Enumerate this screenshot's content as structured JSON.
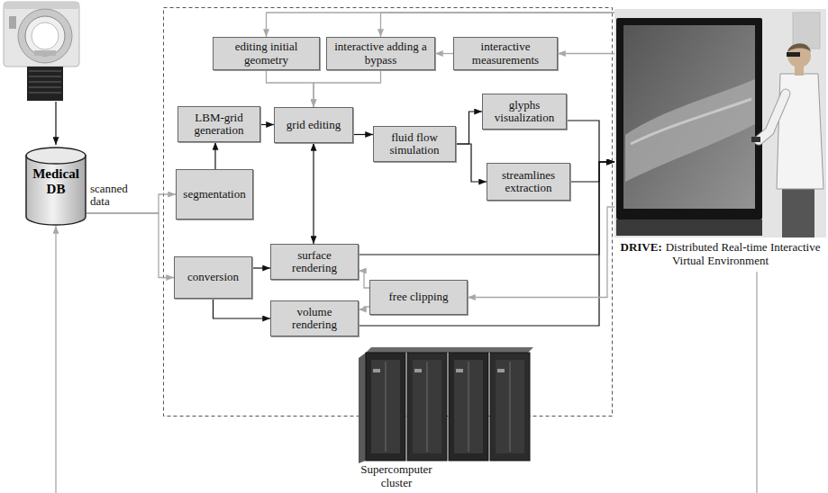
{
  "diagram": {
    "nodes": [
      {
        "text": [
          "Medical DB"
        ]
      },
      {
        "text": [
          "editing initial geometry"
        ]
      },
      {
        "text": [
          "interactive adding a bypass"
        ]
      },
      {
        "text": [
          "interactive measurements"
        ]
      },
      {
        "text": [
          "LBM-grid generation"
        ]
      },
      {
        "text": [
          "grid editing"
        ]
      },
      {
        "text": [
          "fluid flow simulation"
        ]
      },
      {
        "text": [
          "glyphs visualization"
        ]
      },
      {
        "text": [
          "streamlines extraction"
        ]
      },
      {
        "text": [
          "segmentation"
        ]
      },
      {
        "text": [
          "conversion"
        ]
      },
      {
        "text": [
          "surface rendering"
        ]
      },
      {
        "text": [
          "free clipping"
        ]
      },
      {
        "text": [
          "volume rendering"
        ]
      },
      {
        "text": [
          "DRIVE:",
          "Distributed Real-time Interactive Virtual Environment"
        ]
      }
    ],
    "edges": [
      {
        "from": 0,
        "to": 9,
        "arrow": "to"
      },
      {
        "from": 0,
        "to": 10,
        "arrow": "to"
      },
      {
        "from": 9,
        "to": 4,
        "arrow": "to"
      },
      {
        "from": 4,
        "to": 5,
        "arrow": "to"
      },
      {
        "from": 1,
        "to": 5,
        "arrow": "to"
      },
      {
        "from": 2,
        "to": 5,
        "arrow": "to"
      },
      {
        "from": 3,
        "to": 2,
        "arrow": "to"
      },
      {
        "from": 5,
        "to": 6,
        "arrow": "to"
      },
      {
        "from": 6,
        "to": 7,
        "arrow": "to"
      },
      {
        "from": 6,
        "to": 8,
        "arrow": "to"
      },
      {
        "from": 5,
        "to": 11,
        "arrow": "both"
      },
      {
        "from": 10,
        "to": 11,
        "arrow": "to"
      },
      {
        "from": 10,
        "to": 13,
        "arrow": "to"
      },
      {
        "from": 12,
        "to": 11,
        "arrow": "to"
      },
      {
        "from": 12,
        "to": 13,
        "arrow": "to"
      },
      {
        "from": 7,
        "to": 14,
        "arrow": "to"
      },
      {
        "from": 8,
        "to": 14,
        "arrow": "to"
      },
      {
        "from": 11,
        "to": 14,
        "arrow": "to"
      },
      {
        "from": 13,
        "to": 14,
        "arrow": "to"
      },
      {
        "from": 14,
        "to": 1,
        "arrow": "to"
      },
      {
        "from": 14,
        "to": 2,
        "arrow": "to"
      },
      {
        "from": 14,
        "to": 3,
        "arrow": "to"
      },
      {
        "from": 14,
        "to": 12,
        "arrow": "to"
      },
      {
        "from": 14,
        "to": 0,
        "arrow": "to"
      }
    ],
    "labels": [
      "scanned data",
      "Supercomputer cluster"
    ]
  }
}
